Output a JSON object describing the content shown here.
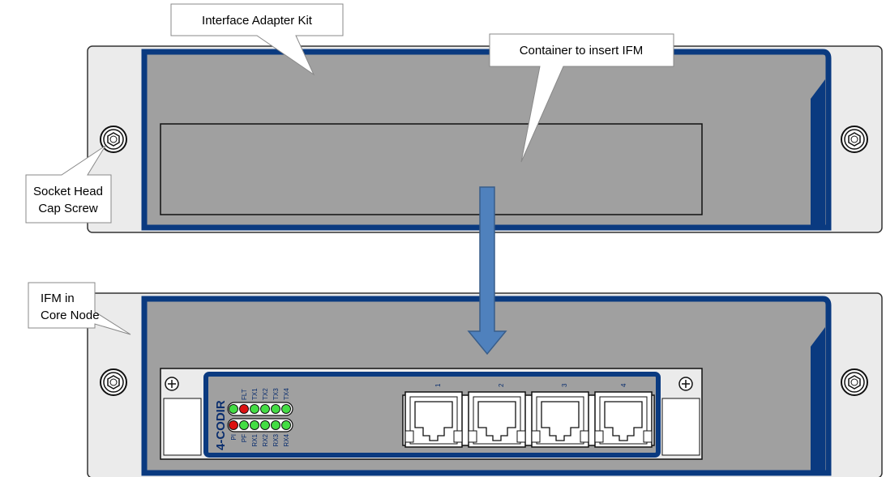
{
  "labels": {
    "interface_adapter_kit": "Interface Adapter Kit",
    "container_to_insert": "Container to insert IFM",
    "socket_head_line1": "Socket Head",
    "socket_head_line2": "Cap Screw",
    "ifm_line1": "IFM in",
    "ifm_line2": "Core Node"
  },
  "module": {
    "name": "4-CODIR",
    "top_led_labels": [
      "FLT",
      "TX1",
      "TX2",
      "TX3",
      "TX4"
    ],
    "bottom_led_labels": [
      "PI",
      "PF",
      "RX1",
      "RX2",
      "RX3",
      "RX4"
    ],
    "top_led_colors": [
      "#44dd44",
      "#dd1111",
      "#44dd44",
      "#44dd44",
      "#44dd44",
      "#44dd44"
    ],
    "bottom_led_colors": [
      "#dd1111",
      "#44dd44",
      "#44dd44",
      "#44dd44",
      "#44dd44",
      "#44dd44"
    ],
    "port_numbers": [
      "1",
      "2",
      "3",
      "4"
    ]
  },
  "colors": {
    "panel_blue": "#0a3a80",
    "panel_gray": "#a0a0a0",
    "arrow_fill": "#4f81bd",
    "arrow_stroke": "#385d8a"
  }
}
